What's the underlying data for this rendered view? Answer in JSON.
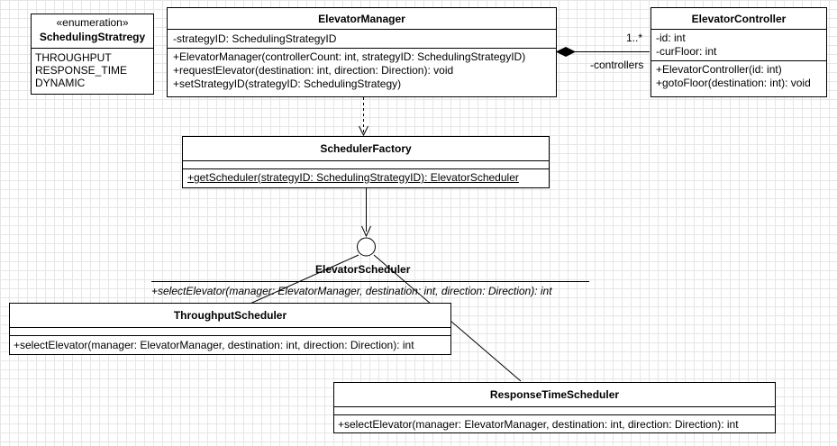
{
  "enumeration": {
    "stereotype": "«enumeration»",
    "name": "SchedulingStratregy",
    "values": [
      "THROUGHPUT",
      "RESPONSE_TIME",
      "DYNAMIC"
    ]
  },
  "elevator_manager": {
    "name": "ElevatorManager",
    "attributes": [
      "-strategyID: SchedulingStrategyID"
    ],
    "operations": [
      "+ElevatorManager(controllerCount: int, strategyID: SchedulingStrategyID)",
      "+requestElevator(destination: int, direction: Direction): void",
      "+setStrategyID(strategyID: SchedulingStrategy)"
    ]
  },
  "elevator_controller": {
    "name": "ElevatorController",
    "attributes": [
      "-id: int",
      "-curFloor: int"
    ],
    "operations": [
      "+ElevatorController(id: int)",
      "+gotoFloor(destination: int): void"
    ]
  },
  "association": {
    "multiplicity": "1..*",
    "role": "-controllers"
  },
  "scheduler_factory": {
    "name": "SchedulerFactory",
    "operations": [
      "+getScheduler(strategyID: SchedulingStrategyID): ElevatorScheduler"
    ]
  },
  "elevator_scheduler": {
    "name": "ElevatorScheduler",
    "operation": "+selectElevator(manager: ElevatorManager, destination: int, direction: Direction): int"
  },
  "throughput_scheduler": {
    "name": "ThroughputScheduler",
    "operations": [
      "+selectElevator(manager: ElevatorManager, destination: int, direction: Direction): int"
    ]
  },
  "response_time_scheduler": {
    "name": "ResponseTimeScheduler",
    "operations": [
      "+selectElevator(manager: ElevatorManager, destination: int, direction: Direction): int"
    ]
  },
  "colors": {
    "stroke": "#000000",
    "fill": "#ffffff",
    "grid": "#e6e6e6"
  }
}
